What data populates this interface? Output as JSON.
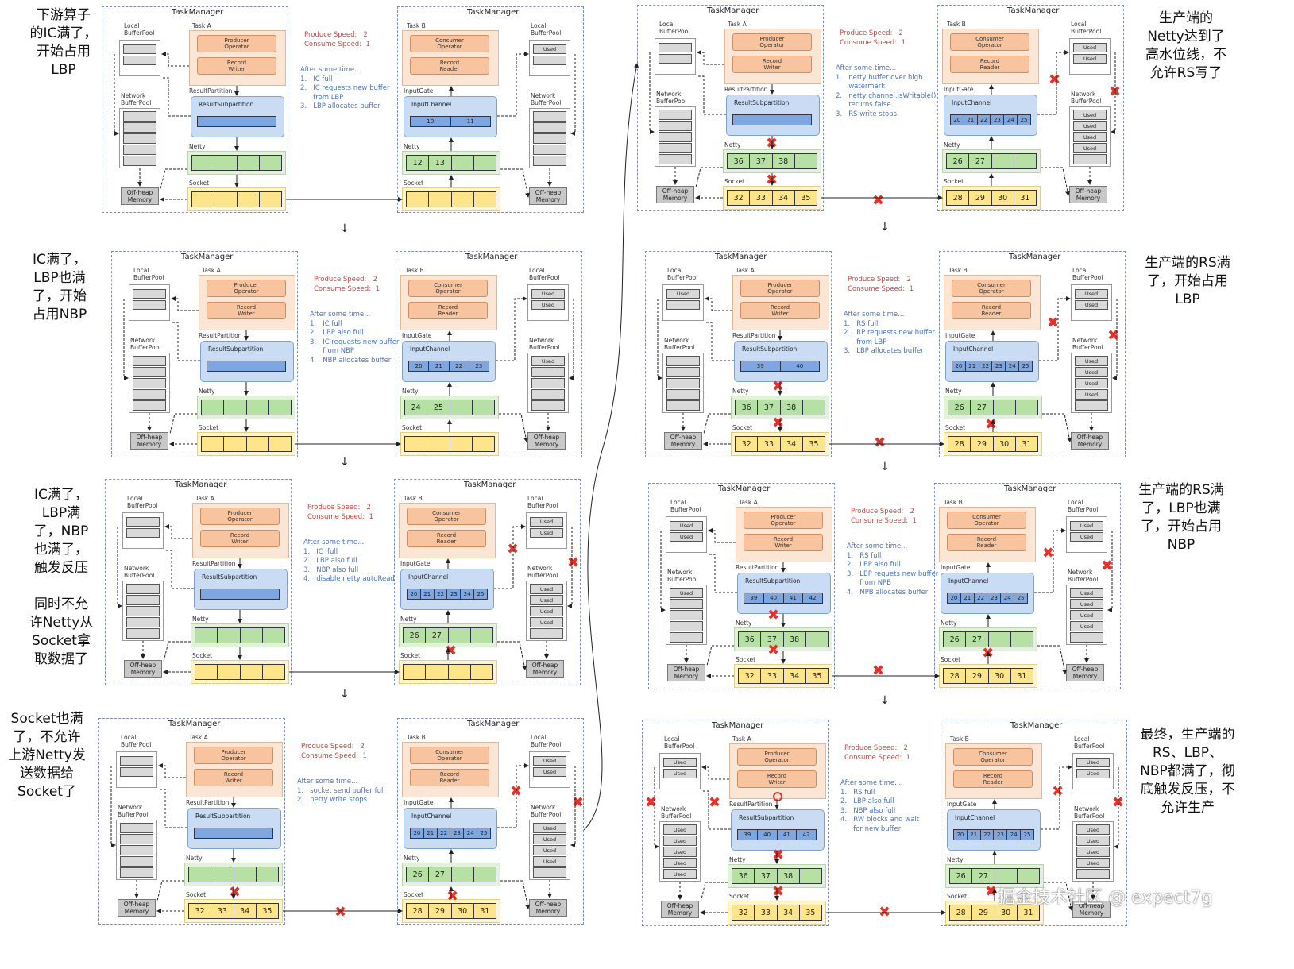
{
  "labels": {
    "task_manager": "TaskManager",
    "task_a": "Task A",
    "task_b": "Task B",
    "local_pool": "Local\nBufferPool",
    "network_pool": "Network\nBufferPool",
    "producer": "Producer\nOperator",
    "record_writer": "Record\nWriter",
    "consumer": "Consumer\nOperator",
    "record_reader": "Record\nReader",
    "result_partition": "ResultPartition",
    "result_subpartition": "ResultSubpartition",
    "input_gate": "InputGate",
    "input_channel": "InputChannel",
    "netty": "Netty",
    "socket": "Socket",
    "offheap": "Off-heap\nMemory",
    "used": "Used",
    "speed": "Produce Speed:   2\nConsume Speed:  1"
  },
  "annotations": [
    "下游算子\n的IC满了，\n开始占用\nLBP",
    "IC满了，\nLBP也满\n了，开始\n占用NBP",
    "IC满了，\nLBP满\n了，NBP\n也满了，\n触发反压",
    "同时不允\n许Netty从\nSocket拿\n取数据了",
    "Socket也满\n了，不允许\n上游Netty发\n送数据给\nSocket了",
    "生产端的\nNetty达到了\n高水位线，不\n允许RS写了",
    "生产端的RS满\n了，开始占用\nLBP",
    "生产端的RS满\n了，LBP也满\n了，开始占用\nNBP",
    "最终，生产端的\nRS、LBP、\nNBP都满了，彻\n底触发反压，不\n允许生产"
  ],
  "steps": [
    {
      "desc": "After some time...\n1.   IC full\n2.   IC requests new buffer\n      from LBP\n3.   LBP allocates buffer",
      "ic": [
        "10",
        "11"
      ],
      "rs": [],
      "nettyB": [
        "12",
        "13",
        "",
        ""
      ],
      "sockA": [
        "",
        "",
        "",
        ""
      ],
      "sockB": [
        "",
        "",
        "",
        ""
      ],
      "nettyA": [
        "",
        "",
        "",
        ""
      ]
    },
    {
      "desc": "After some time...\n1.   IC full\n2.   LBP also full\n3.   IC requests new buffer\n      from NBP\n4.   NBP allocates buffer",
      "ic": [
        "20",
        "21",
        "22",
        "23"
      ],
      "rs": [],
      "nettyB": [
        "24",
        "25",
        "",
        ""
      ],
      "sockA": [
        "",
        "",
        "",
        ""
      ],
      "sockB": [
        "",
        "",
        "",
        ""
      ],
      "nettyA": [
        "",
        "",
        "",
        ""
      ]
    },
    {
      "desc": "After some time...\n1.   IC  full\n2.   LBP also full\n3.   NBP also full\n4.   disable netty autoRead",
      "ic": [
        "20",
        "21",
        "22",
        "23",
        "24",
        "25"
      ],
      "rs": [],
      "nettyB": [
        "26",
        "27",
        "",
        ""
      ],
      "sockA": [
        "",
        "",
        "",
        ""
      ],
      "sockB": [
        "",
        "",
        "",
        ""
      ],
      "nettyA": [
        "",
        "",
        "",
        ""
      ]
    },
    {
      "desc": "After some time...\n1.   socket send buffer full\n2.   netty write stops",
      "ic": [
        "20",
        "21",
        "22",
        "23",
        "24",
        "25"
      ],
      "rs": [],
      "nettyB": [
        "26",
        "27",
        "",
        ""
      ],
      "sockA": [
        "32",
        "33",
        "34",
        "35"
      ],
      "sockB": [
        "28",
        "29",
        "30",
        "31"
      ],
      "nettyA": [
        "",
        "",
        "",
        ""
      ]
    },
    {
      "desc": "After some time...\n1.   netty buffer over high\n      watermark\n2.   netty channel.isWritable()\n      returns false\n3.   RS write stops",
      "ic": [
        "20",
        "21",
        "22",
        "23",
        "24",
        "25"
      ],
      "rs": [],
      "nettyB": [
        "26",
        "27",
        "",
        ""
      ],
      "sockA": [
        "32",
        "33",
        "34",
        "35"
      ],
      "sockB": [
        "28",
        "29",
        "30",
        "31"
      ],
      "nettyA": [
        "36",
        "37",
        "38",
        ""
      ]
    },
    {
      "desc": "After some time...\n1.   RS full\n2.   RP requests new buffer\n      from LBP\n3.   LBP allocates buffer",
      "ic": [
        "20",
        "21",
        "22",
        "23",
        "24",
        "25"
      ],
      "rs": [
        "39",
        "40"
      ],
      "nettyB": [
        "26",
        "27",
        "",
        ""
      ],
      "sockA": [
        "32",
        "33",
        "34",
        "35"
      ],
      "sockB": [
        "28",
        "29",
        "30",
        "31"
      ],
      "nettyA": [
        "36",
        "37",
        "38",
        ""
      ]
    },
    {
      "desc": "After some time...\n1.   RS full\n2.   LBP also full\n3.   LBP requets new buffer\n      from NPB\n4.   NPB allocates buffer",
      "ic": [
        "20",
        "21",
        "22",
        "23",
        "24",
        "25"
      ],
      "rs": [
        "39",
        "40",
        "41",
        "42"
      ],
      "nettyB": [
        "26",
        "27",
        "",
        ""
      ],
      "sockA": [
        "32",
        "33",
        "34",
        "35"
      ],
      "sockB": [
        "28",
        "29",
        "30",
        "31"
      ],
      "nettyA": [
        "36",
        "37",
        "38",
        ""
      ]
    },
    {
      "desc": "After some time...\n1.   RS full\n2.   LBP also full\n3.   NBP also full\n4.   RW blocks and wait\n      for new buffer",
      "ic": [
        "20",
        "21",
        "22",
        "23",
        "24",
        "25"
      ],
      "rs": [
        "39",
        "40",
        "41",
        "42"
      ],
      "nettyB": [
        "26",
        "27",
        "",
        ""
      ],
      "sockA": [
        "32",
        "33",
        "34",
        "35"
      ],
      "sockB": [
        "28",
        "29",
        "30",
        "31"
      ],
      "nettyA": [
        "36",
        "37",
        "38",
        ""
      ]
    }
  ],
  "watermark": "掘金技术社区 @ expect7g"
}
